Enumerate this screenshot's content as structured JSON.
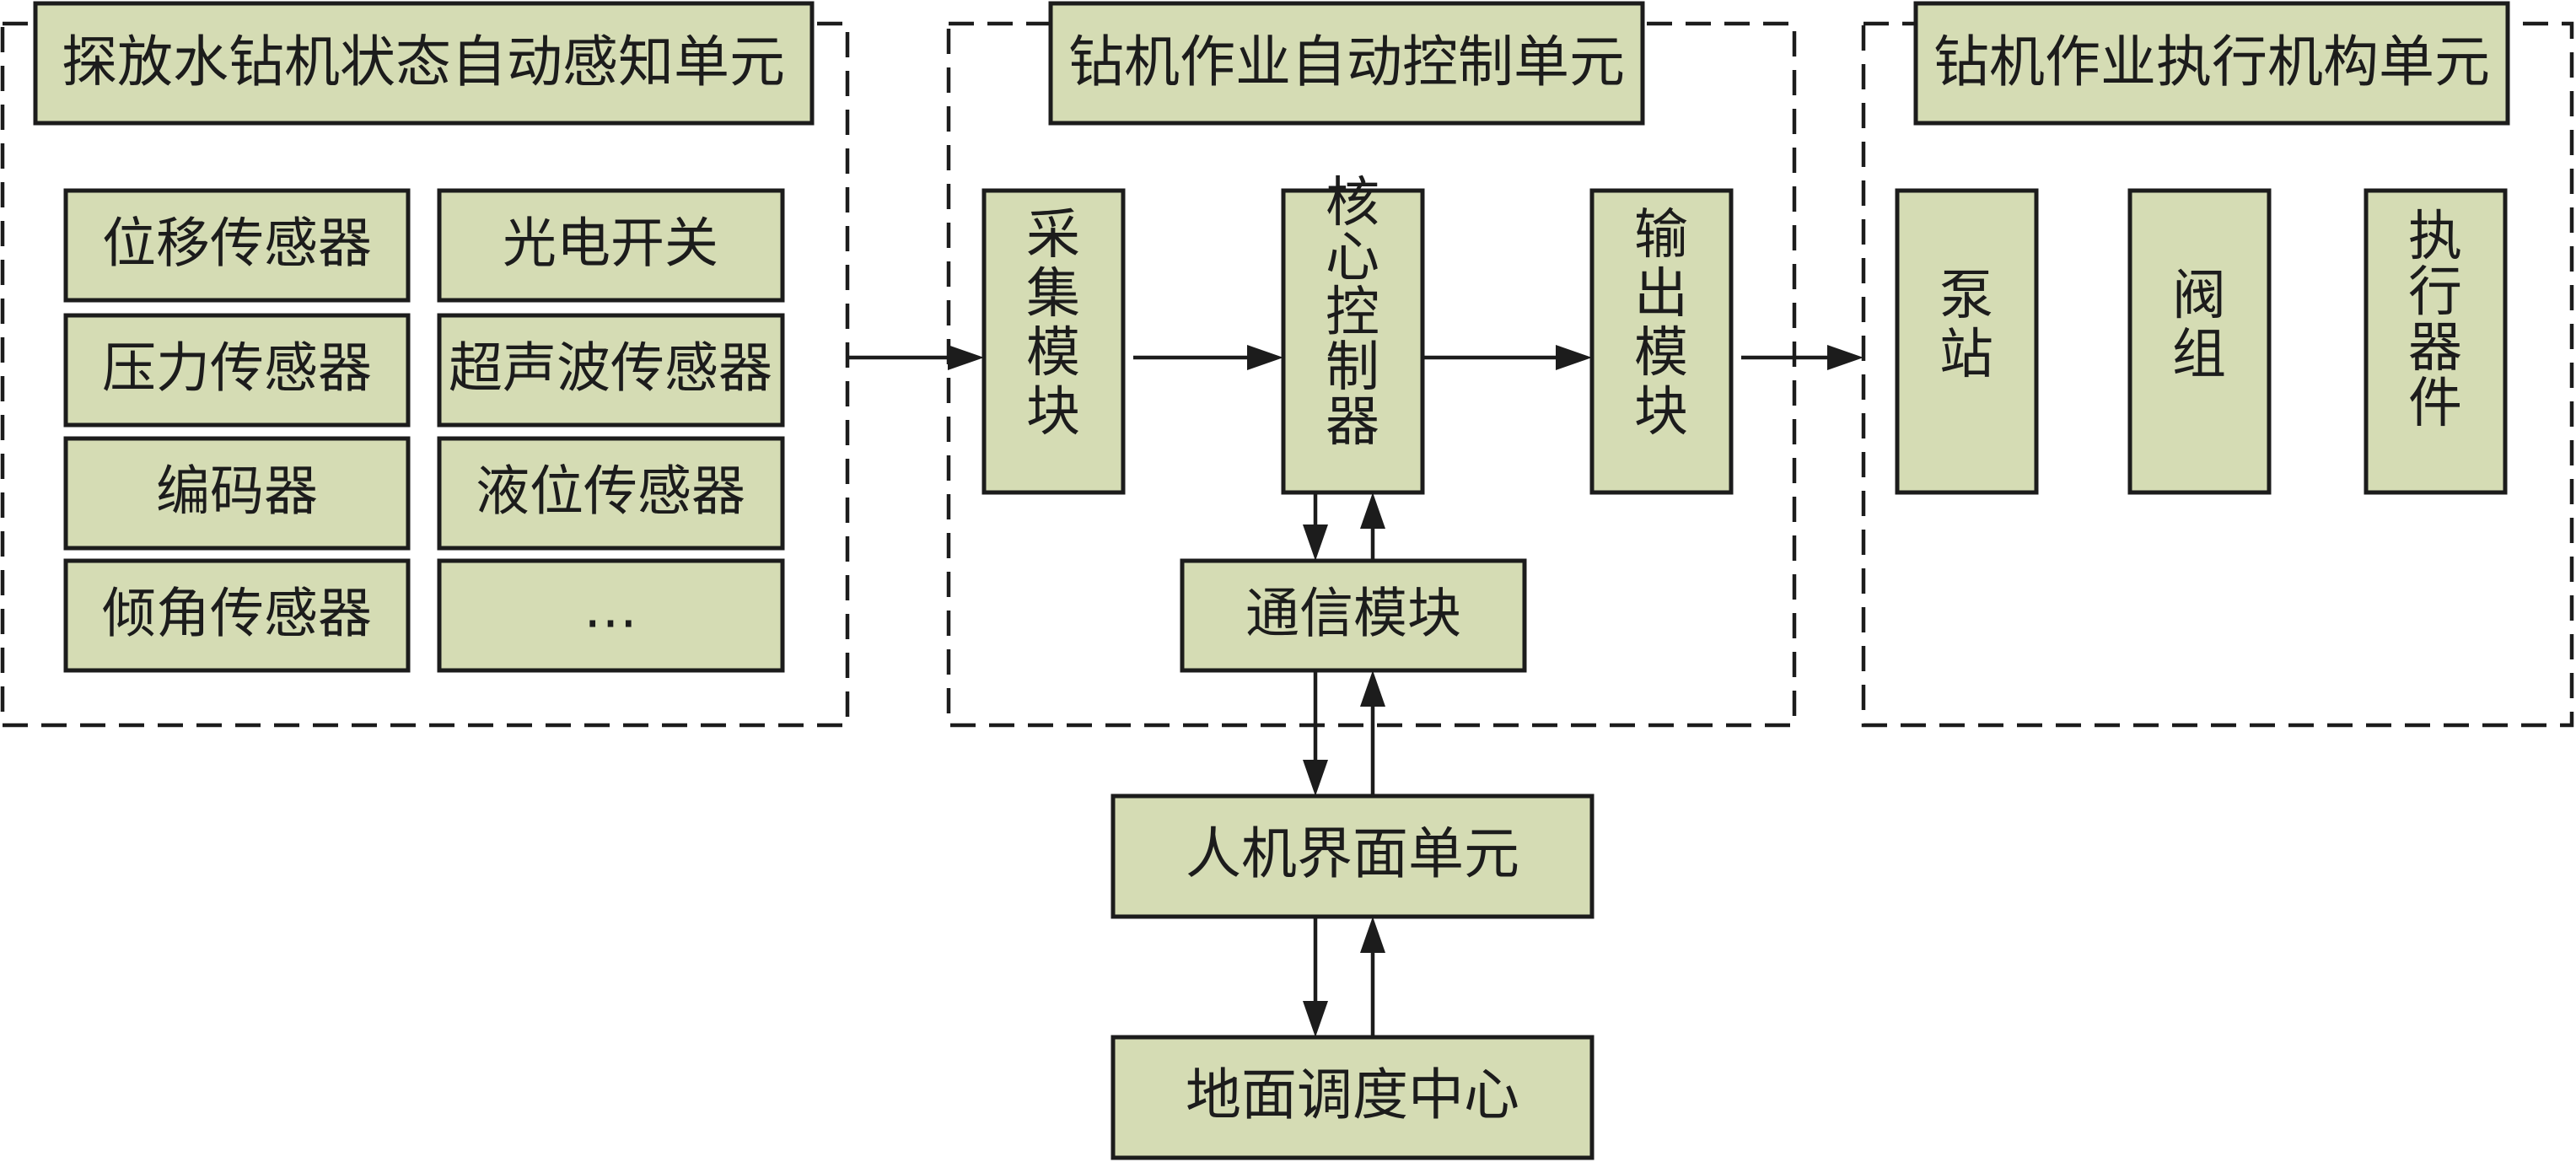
{
  "colors": {
    "box_fill": "#d5dcb4",
    "stroke": "#1c1c1c",
    "background": "#ffffff"
  },
  "sensing_unit": {
    "title": "探放水钻机状态自动感知单元",
    "sensors": [
      "位移传感器",
      "光电开关",
      "压力传感器",
      "超声波传感器",
      "编码器",
      "液位传感器",
      "倾角传感器",
      "…"
    ]
  },
  "control_unit": {
    "title": "钻机作业自动控制单元",
    "acquisition_module": "采集模块",
    "core_controller": "核心控制器",
    "output_module": "输出模块",
    "communication_module": "通信模块"
  },
  "execution_unit": {
    "title": "钻机作业执行机构单元",
    "parts": [
      "泵站",
      "阀组",
      "执行器件"
    ]
  },
  "hmi_unit": "人机界面单元",
  "dispatch_center": "地面调度中心"
}
